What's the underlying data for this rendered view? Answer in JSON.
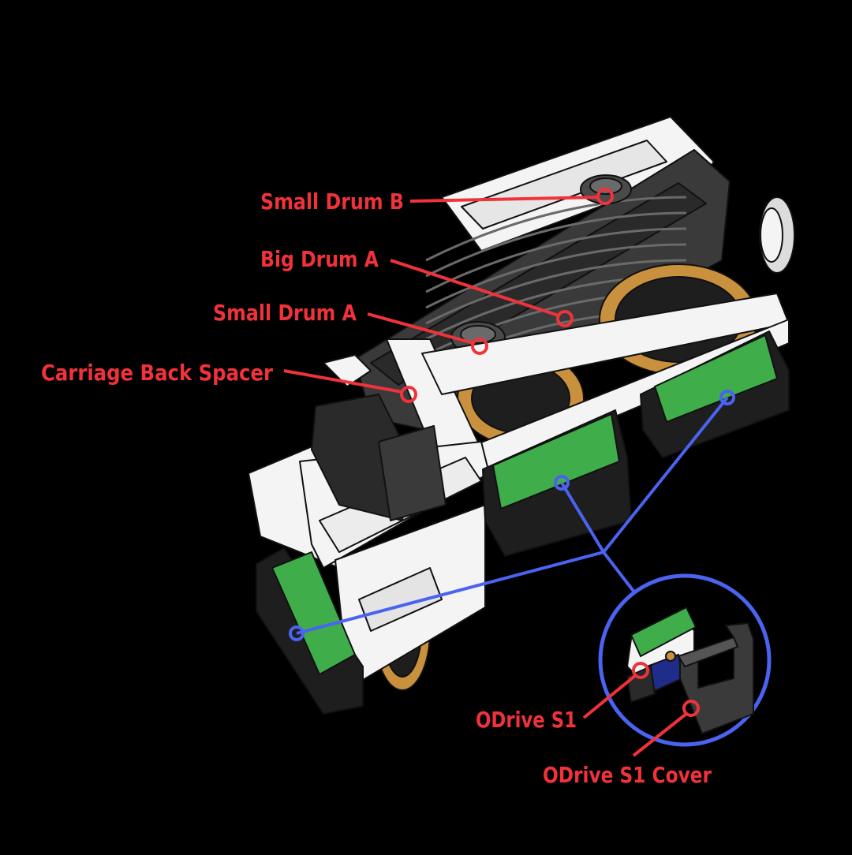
{
  "colors": {
    "background": "#000000",
    "label_red": "#f0323a",
    "callout_blue": "#4a63f0",
    "part_white": "#f4f4f4",
    "part_dark": "#3a3a3a",
    "part_darker": "#1e1e1e",
    "connector_green": "#3fae4a",
    "gear_bronze": "#c9913e",
    "outline": "#111111"
  },
  "labels": {
    "small_drum_b": "Small Drum B",
    "big_drum_a": "Big Drum A",
    "small_drum_a": "Small Drum A",
    "carriage_back_spacer": "Carriage Back Spacer",
    "odrive_s1": "ODrive S1",
    "odrive_s1_cover": "ODrive S1 Cover"
  }
}
